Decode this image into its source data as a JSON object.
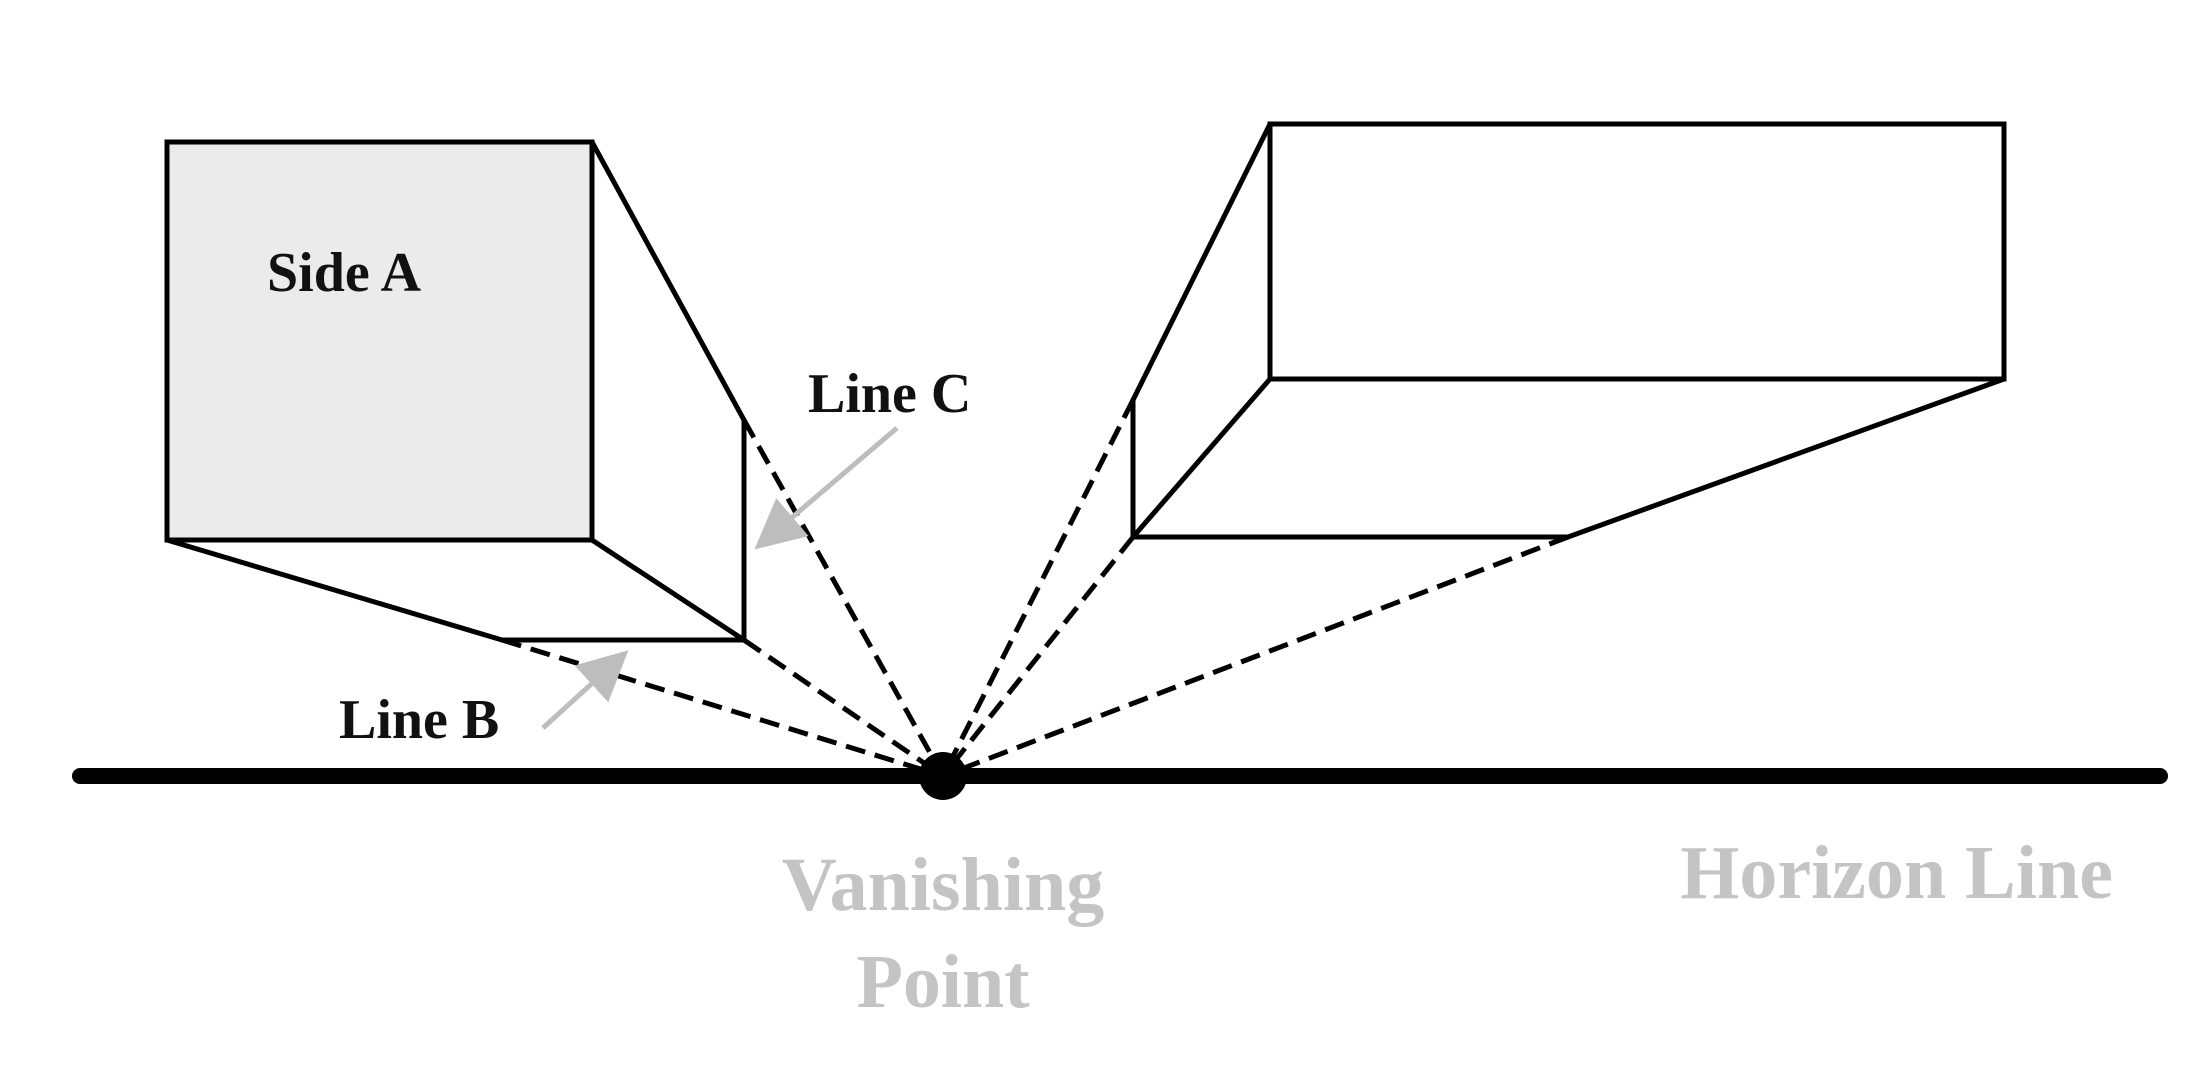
{
  "labels": {
    "side_a": "Side A",
    "line_c": "Line C",
    "line_b": "Line B",
    "vanishing_point_line1": "Vanishing",
    "vanishing_point_line2": "Point",
    "horizon_line": "Horizon Line"
  },
  "colors": {
    "stroke": "#000000",
    "side_a_fill": "#ebebeb",
    "callout_text": "#111111",
    "caption_text": "#c4c4c4",
    "arrow": "#bdbdbd"
  }
}
